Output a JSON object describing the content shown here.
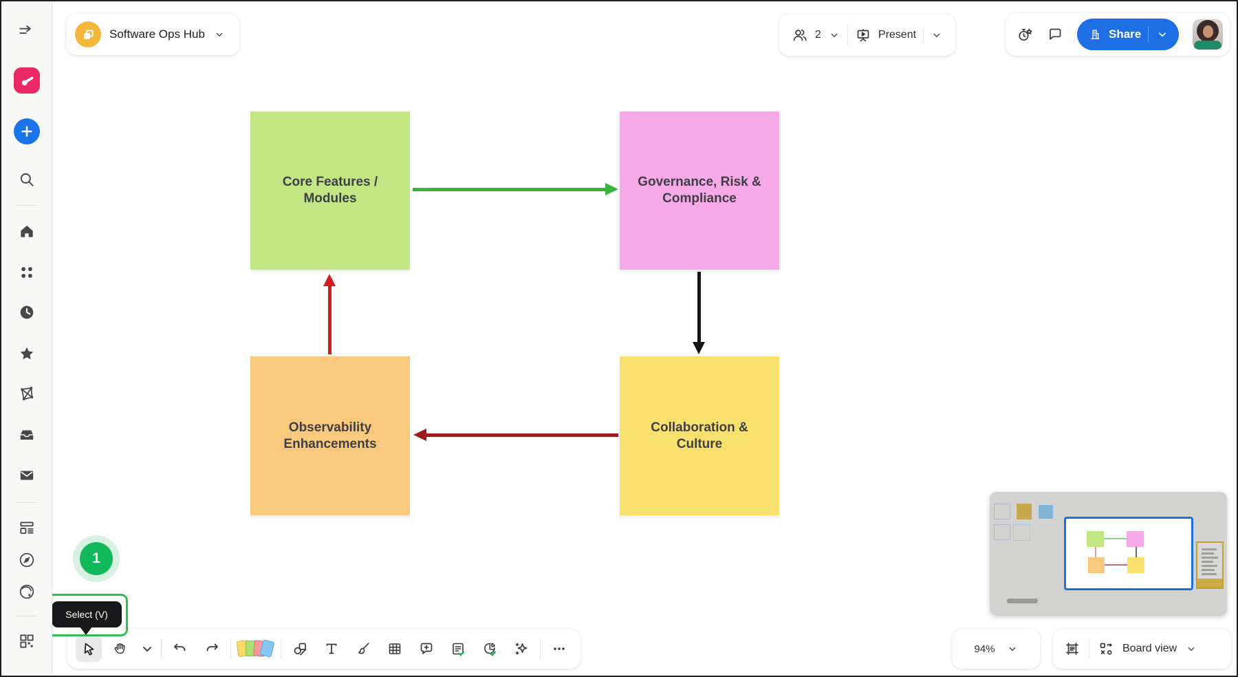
{
  "header": {
    "board_title": "Software Ops Hub",
    "collaborators_count": "2",
    "present_label": "Present",
    "share_label": "Share"
  },
  "sidebar": {
    "icon_names": [
      "collapse-icon",
      "app-logo",
      "create-plus-icon",
      "search-icon",
      "home-icon",
      "apps-icon",
      "recent-icon",
      "favorites-icon",
      "insights-icon",
      "inbox-icon",
      "mail-icon",
      "boards-icon",
      "explore-icon",
      "support-icon",
      "more-apps-icon"
    ]
  },
  "canvas": {
    "nodes": [
      {
        "label": "Core Features / Modules",
        "color": "#c2e683"
      },
      {
        "label": "Governance, Risk & Compliance",
        "color": "#f6a9e7"
      },
      {
        "label": "Observability Enhancements",
        "color": "#f8c87d"
      },
      {
        "label": "Collaboration & Culture",
        "color": "#f9e170"
      }
    ],
    "edges": [
      {
        "from": "Core Features / Modules",
        "to": "Governance, Risk & Compliance",
        "color": "#3bb33b"
      },
      {
        "from": "Governance, Risk & Compliance",
        "to": "Collaboration & Culture",
        "color": "#141414"
      },
      {
        "from": "Collaboration & Culture",
        "to": "Observability Enhancements",
        "color": "#9e1b1e"
      },
      {
        "from": "Observability Enhancements",
        "to": "Core Features / Modules",
        "color": "#d11d1d"
      }
    ]
  },
  "onboarding": {
    "step_badge": "1",
    "tooltip_label": "Select (V)"
  },
  "toolbar": {
    "tool_names": [
      "select-tool",
      "hand-tool",
      "tools-chevron",
      "undo",
      "redo",
      "sticky-notes",
      "shapes",
      "text",
      "pen",
      "table",
      "comment",
      "templates",
      "charts",
      "ai-assist",
      "more"
    ]
  },
  "statusbar": {
    "zoom_level": "94%",
    "view_label": "Board view"
  }
}
